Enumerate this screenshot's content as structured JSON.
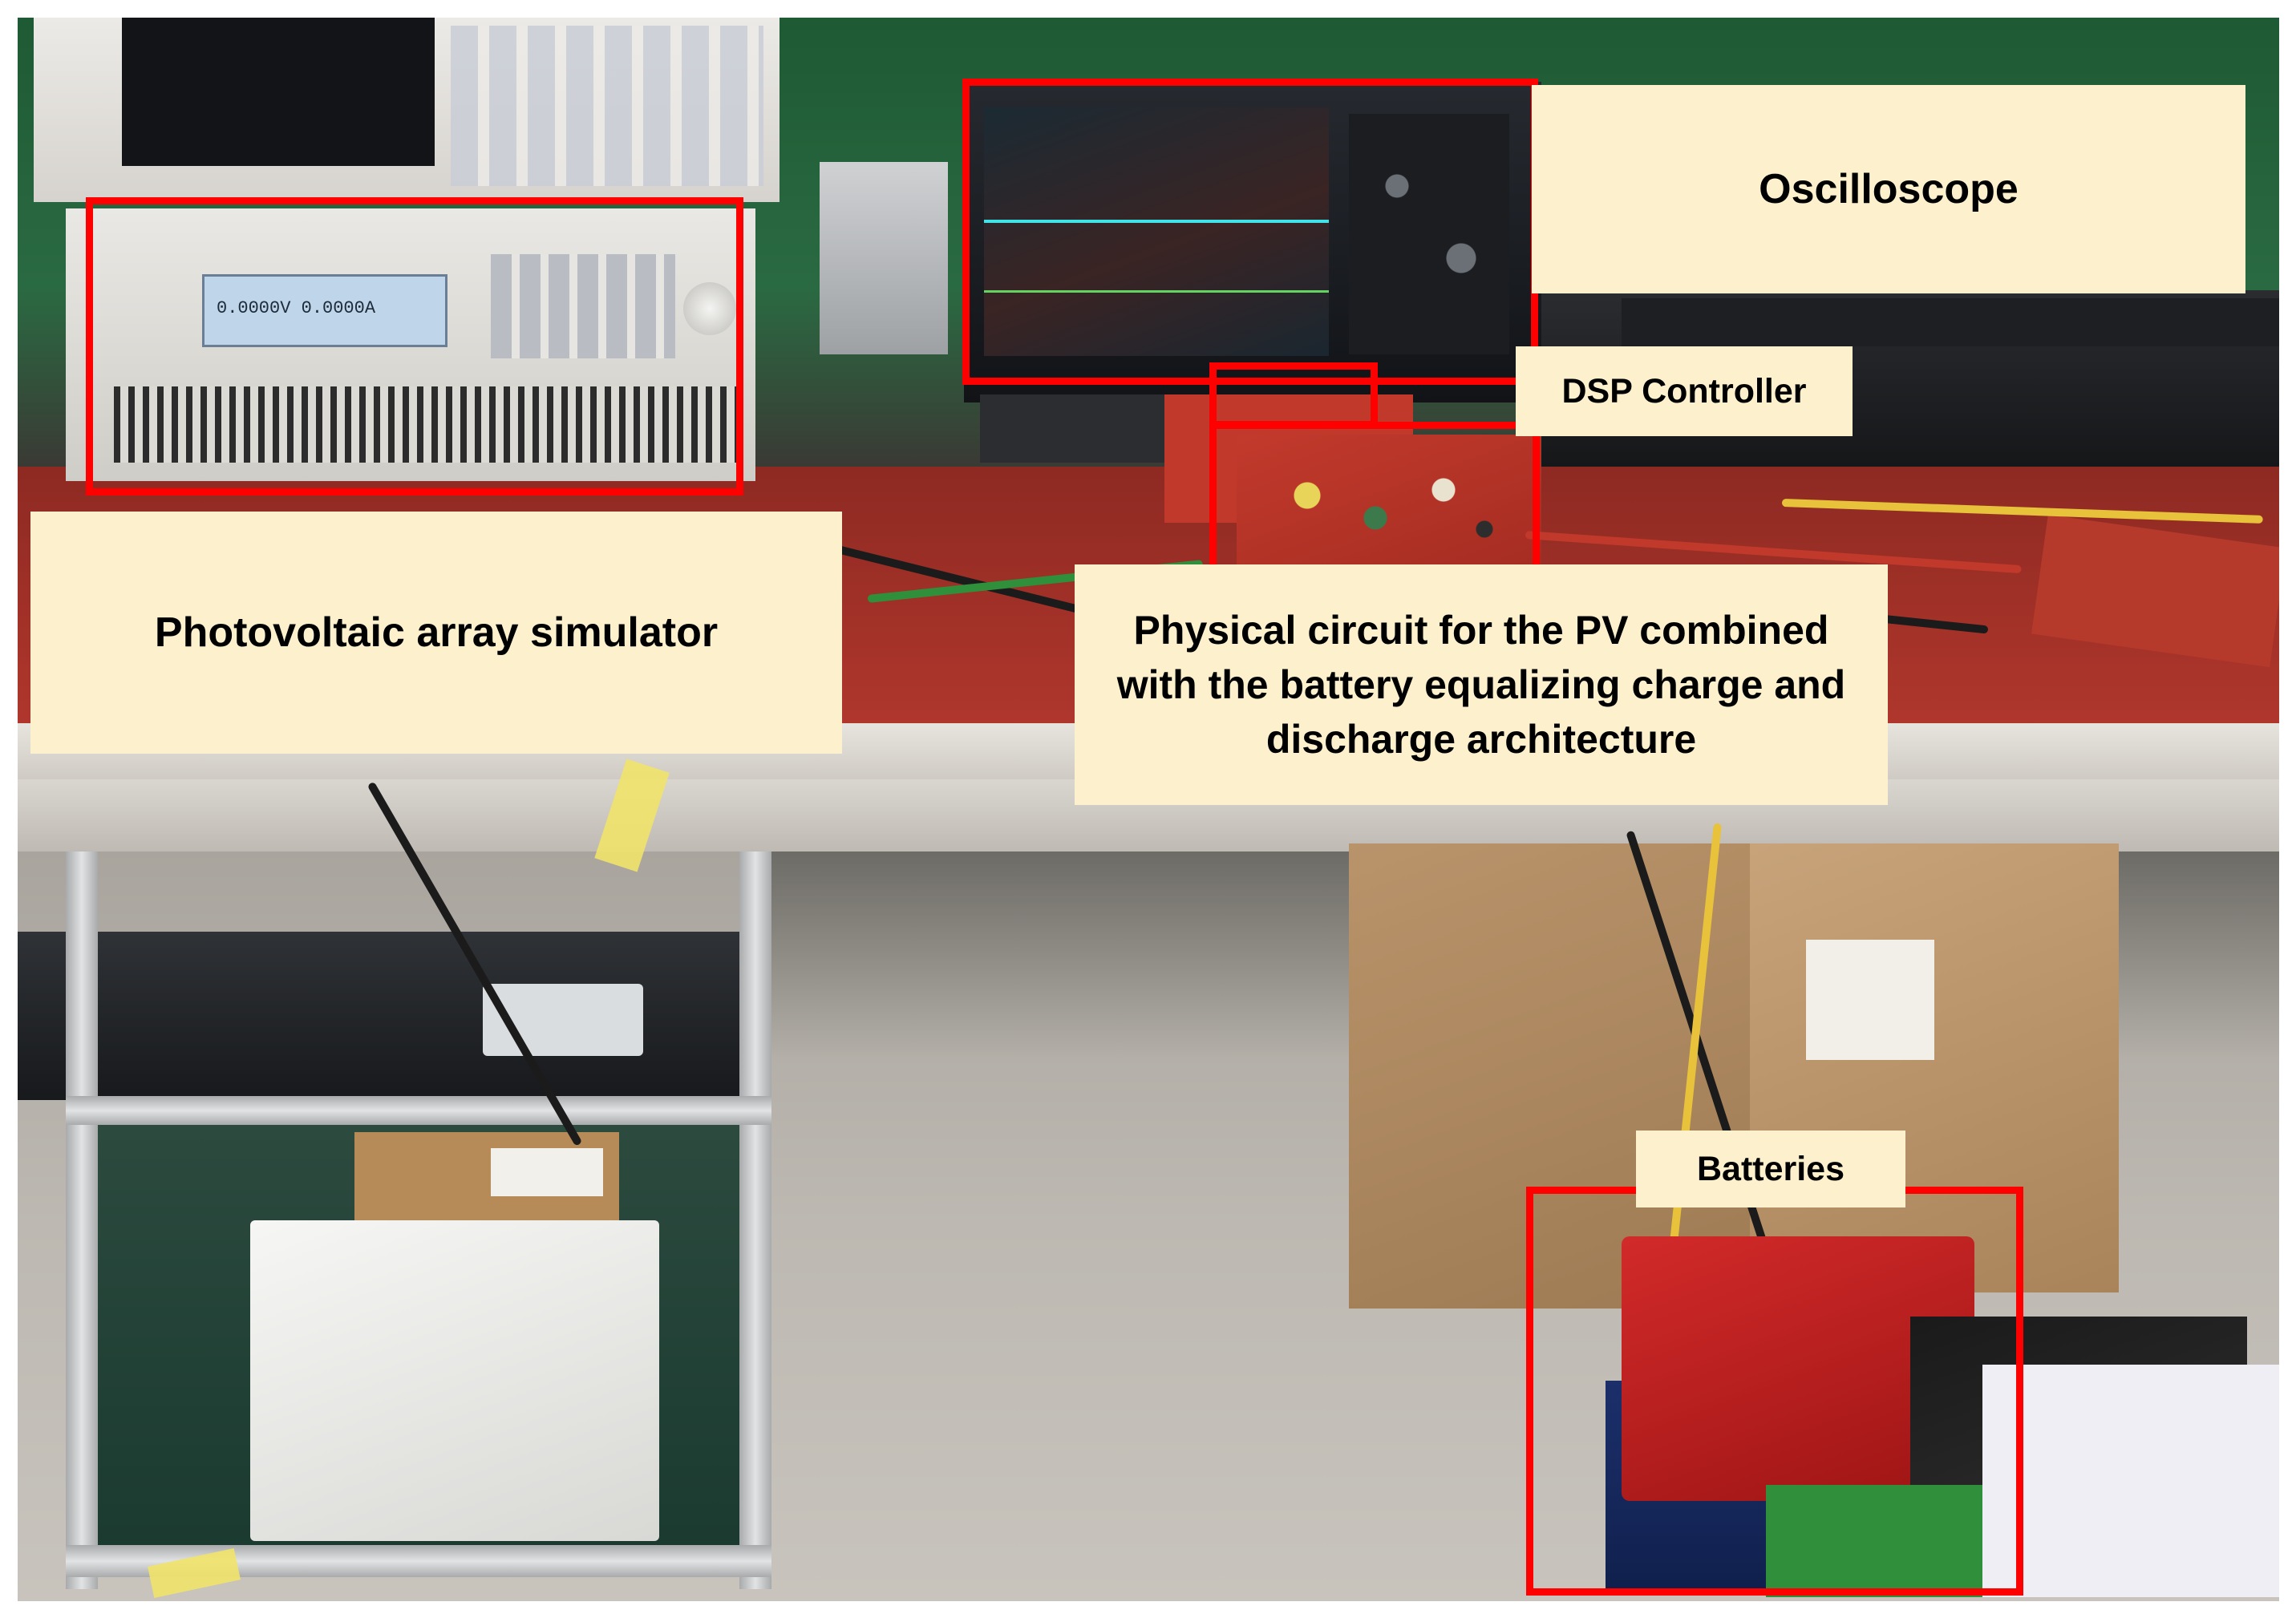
{
  "labels": {
    "oscilloscope": "Oscilloscope",
    "dsp_controller": "DSP Controller",
    "pv_simulator": "Photovoltaic array simulator",
    "physical_circuit": "Physical circuit for the PV combined with the battery equalizing charge and discharge architecture",
    "batteries": "Batteries"
  },
  "equipment_text": {
    "dc_supply_readout": "0.0000V 0.0000A"
  },
  "colors": {
    "highlight_box": "#ff0000",
    "label_background": "#fdf0cd",
    "label_text": "#000000"
  }
}
